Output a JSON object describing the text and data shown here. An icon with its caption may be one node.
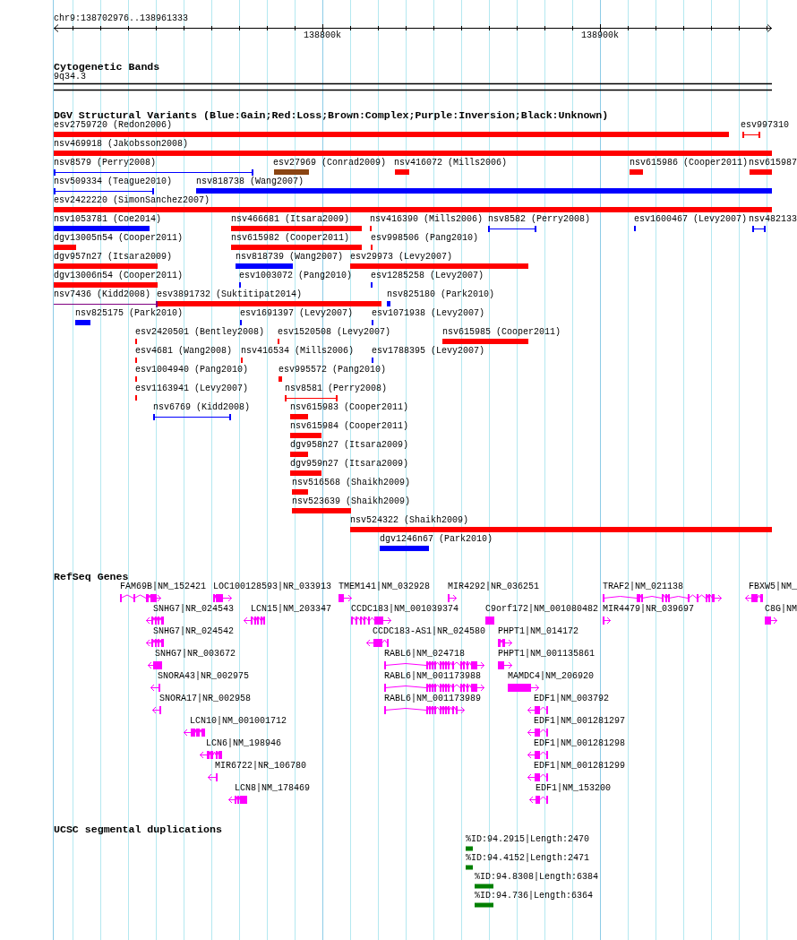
{
  "diagram": {
    "labels": [
      "chr9:138702976..138961333",
      "138800k",
      "138900k",
      "Cytogenetic Bands",
      "9q34.3",
      "DGV Structural Variants (Blue:Gain;Red:Loss;Brown:Complex;Purple:Inversion;Black:Unknown)",
      "esv2759720 (Redon2006)",
      "esv997310",
      "nsv469918 (Jakobsson2008)",
      "nsv8579 (Perry2008)",
      "esv27969 (Conrad2009)",
      "nsv416072 (Mills2006)",
      "nsv615986 (Cooper2011)",
      "nsv615987",
      "nsv509334 (Teague2010)",
      "nsv818738 (Wang2007)",
      "esv2422220 (SimonSanchez2007)",
      "nsv1053781 (Coe2014)",
      "nsv466681 (Itsara2009)",
      "nsv416390 (Mills2006)",
      "nsv8582 (Perry2008)",
      "esv1600467 (Levy2007)",
      "nsv482133",
      "dgv13005n54 (Cooper2011)",
      "nsv615982 (Cooper2011)",
      "esv998506 (Pang2010)",
      "dgv957n27 (Itsara2009)",
      "nsv818739 (Wang2007)",
      "esv29973 (Levy2007)",
      "dgv13006n54 (Cooper2011)",
      "esv1003072 (Pang2010)",
      "esv1285258 (Levy2007)",
      "nsv7436 (Kidd2008)",
      "esv3891732 (Suktitipat2014)",
      "nsv825180 (Park2010)",
      "nsv825175 (Park2010)",
      "esv1691397 (Levy2007)",
      "esv1071938 (Levy2007)",
      "esv2420501 (Bentley2008)",
      "esv1520508 (Levy2007)",
      "nsv615985 (Cooper2011)",
      "esv4681 (Wang2008)",
      "nsv416534 (Mills2006)",
      "esv1788395 (Levy2007)",
      "esv1004940 (Pang2010)",
      "esv995572 (Pang2010)",
      "esv1163941 (Levy2007)",
      "nsv8581 (Perry2008)",
      "nsv6769 (Kidd2008)",
      "nsv615983 (Cooper2011)",
      "nsv615984 (Cooper2011)",
      "dgv958n27 (Itsara2009)",
      "dgv959n27 (Itsara2009)",
      "nsv516568 (Shaikh2009)",
      "nsv523639 (Shaikh2009)",
      "nsv524322 (Shaikh2009)",
      "dgv1246n67 (Park2010)",
      "RefSeq Genes",
      "FAM69B|NM_152421",
      "LOC100128593|NR_033913",
      "TMEM141|NM_032928",
      "MIR4292|NR_036251",
      "TRAF2|NM_021138",
      "FBXW5|NM_",
      "SNHG7|NR_024543",
      "LCN15|NM_203347",
      "CCDC183|NM_001039374",
      "C9orf172|NM_001080482",
      "MIR4479|NR_039697",
      "C8G|NM",
      "SNHG7|NR_024542",
      "CCDC183-AS1|NR_024580",
      "PHPT1|NM_014172",
      "SNHG7|NR_003672",
      "RABL6|NM_024718",
      "PHPT1|NM_001135861",
      "SNORA43|NR_002975",
      "RABL6|NM_001173988",
      "MAMDC4|NM_206920",
      "SNORA17|NR_002958",
      "RABL6|NM_001173989",
      "EDF1|NM_003792",
      "LCN10|NM_001001712",
      "EDF1|NM_001281297",
      "LCN6|NM_198946",
      "EDF1|NM_001281298",
      "MIR6722|NR_106780",
      "EDF1|NM_001281299",
      "LCN8|NM_178469",
      "EDF1|NM_153200",
      "UCSC segmental duplications",
      "%ID:94.2915|Length:2470",
      "%ID:94.4152|Length:2471",
      "%ID:94.8308|Length:6384",
      "%ID:94.736|Length:6364"
    ]
  }
}
